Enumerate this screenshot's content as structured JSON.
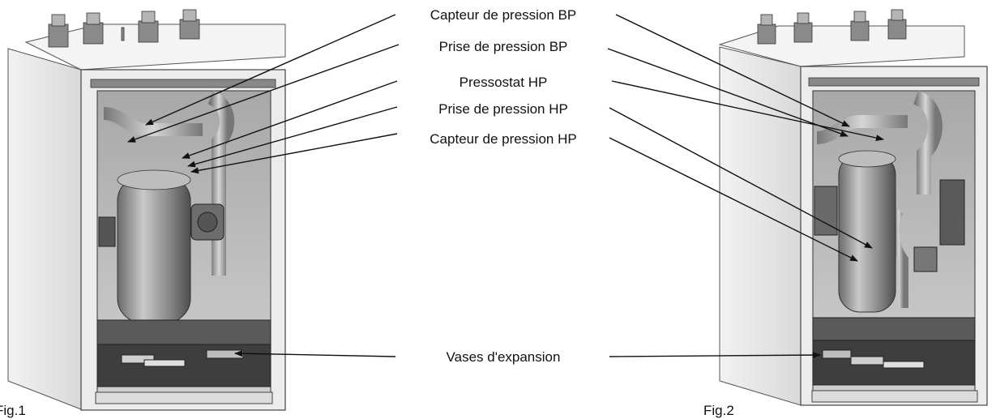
{
  "labels": {
    "capteur_bp": "Capteur de pression BP",
    "prise_bp": "Prise de pression BP",
    "pressostat_hp": "Pressostat HP",
    "prise_hp": "Prise de pression HP",
    "capteur_hp": "Capteur de pression HP",
    "vases": "Vases d'expansion"
  },
  "figures": {
    "fig1": "Fig.1",
    "fig2": "Fig.2"
  }
}
